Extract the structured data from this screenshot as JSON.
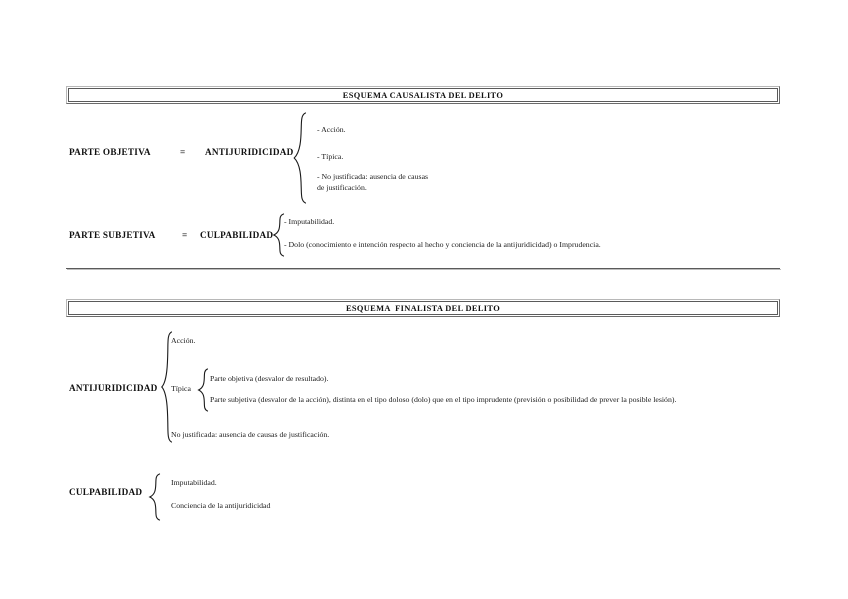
{
  "document": {
    "page_background": "#ffffff",
    "text_color": "#1a1a1a",
    "rule_color": "#5a5a5a"
  },
  "sections": [
    {
      "id": "causalista",
      "header": "ESQUEMA CAUSALISTA DEL DELITO",
      "rows": [
        {
          "id": "parte-objetiva",
          "left_label": "PARTE OBJETIVA",
          "equals": "=",
          "right_label": "ANTIJURIDICIDAD",
          "items": [
            "- Acción.",
            "- Típica.",
            "- No justificada: ausencia de causas\nde justificación."
          ]
        },
        {
          "id": "parte-subjetiva",
          "left_label": "PARTE SUBJETIVA",
          "equals": "=",
          "right_label": "CULPABILIDAD",
          "items": [
            "- Imputabilidad.",
            "- Dolo (conocimiento e intención respecto al hecho y conciencia de la antijuridicidad) o Imprudencia."
          ]
        }
      ]
    },
    {
      "id": "finalista",
      "header": "ESQUEMA  FINALISTA DEL DELITO",
      "rows": [
        {
          "id": "antijuridicidad",
          "left_label": "ANTIJURIDICIDAD",
          "items": [
            "Acción.",
            "No justificada: ausencia de causas de justificación."
          ],
          "sub_group": {
            "label": "Típica",
            "items": [
              "Parte objetiva (desvalor de resultado).",
              "Parte subjetiva (desvalor de la acción), distinta en el tipo doloso (dolo) que en el tipo imprudente (previsión o posibilidad de prever la posible lesión)."
            ]
          }
        },
        {
          "id": "culpabilidad",
          "left_label": "CULPABILIDAD",
          "items": [
            "Imputabilidad.",
            "Conciencia de la antijuridicidad"
          ]
        }
      ]
    }
  ]
}
